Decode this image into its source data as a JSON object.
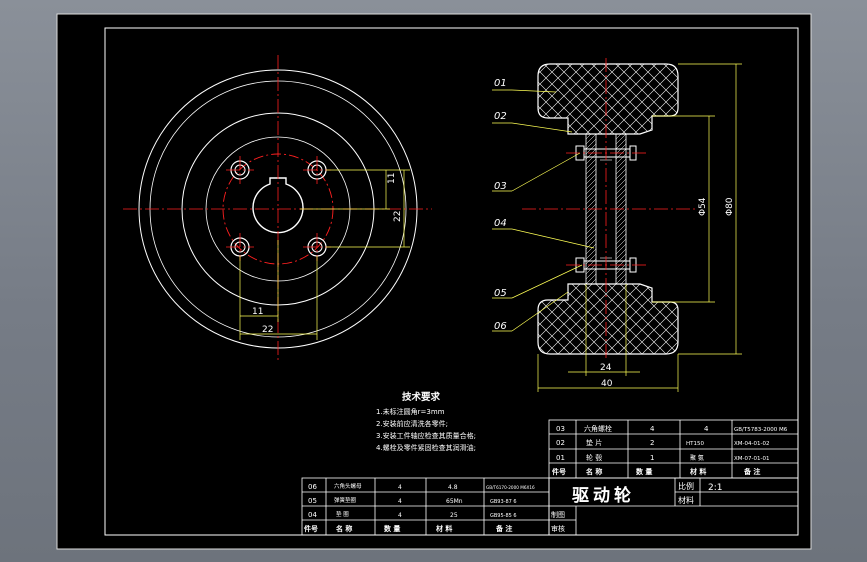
{
  "colors": {
    "background": "#000000",
    "outline": "#ffffff",
    "centerline": "#ff2020",
    "dimension": "#ffff55",
    "text": "#ffffff"
  },
  "front_view": {
    "dim_key_height": "11",
    "dim_bolt_vertical": "22",
    "dim_key_width": "11",
    "dim_bolt_horizontal": "22"
  },
  "section_view": {
    "callouts": [
      "01",
      "02",
      "03",
      "04",
      "05",
      "06"
    ],
    "dim_hub_diameter": "Φ54",
    "dim_outer_diameter": "Φ80",
    "dim_inner_width": "24",
    "dim_total_width": "40"
  },
  "tech_notes": {
    "title": "技术要求",
    "lines": [
      "1.未标注圆角r=3mm",
      "2.安装前应清洗各零件;",
      "3.安装工件轴应检查其质量合格;",
      "4.螺栓及零件紧固检查其润滑油;"
    ]
  },
  "parts_upper": {
    "rows": [
      {
        "no": "03",
        "name": "六角螺栓",
        "qty": "4",
        "qty2": "4",
        "std": "GB/T5783-2000 M6"
      },
      {
        "no": "02",
        "name": "垫 片",
        "qty": "2",
        "qty2": "",
        "std": "HT150",
        "remark": "XM-04-01-02"
      },
      {
        "no": "01",
        "name": "轮 毂",
        "qty": "1",
        "qty2": "",
        "std": "聚 氨",
        "remark": "XM-07-01-01"
      }
    ],
    "header": [
      "件号",
      "名 称",
      "数 量",
      "材 料",
      "备 注"
    ]
  },
  "parts_lower": {
    "rows": [
      {
        "no": "06",
        "name": "六角头螺母",
        "qty": "4",
        "material": "4.8",
        "remark": "GB/T6170-2000 M6X16"
      },
      {
        "no": "05",
        "name": "弹簧垫圈",
        "qty": "4",
        "material": "65Mn",
        "remark": "GB93-87 6"
      },
      {
        "no": "04",
        "name": "垫 圈",
        "qty": "4",
        "material": "25",
        "remark": "GB95-85 6"
      }
    ],
    "header": [
      "件号",
      "名 称",
      "数 量",
      "材 料",
      "备 注"
    ]
  },
  "title_block": {
    "drawing_name": "驱动轮",
    "scale_label": "比例",
    "scale_value": "2:1",
    "material_label": "材料",
    "drawn_label": "制图",
    "checked_label": "审核"
  }
}
